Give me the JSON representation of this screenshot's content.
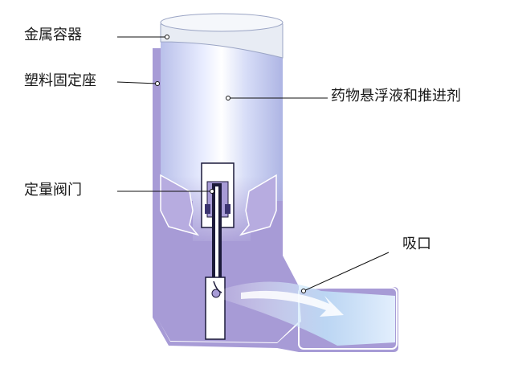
{
  "labels": {
    "metal_container": "金属容器",
    "plastic_holder": "塑料固定座",
    "drug_suspension": "药物悬浮液和推进剂",
    "metering_valve": "定量阀门",
    "mouthpiece": "吸口"
  },
  "colors": {
    "body_purple": "#a79bd6",
    "canister_blue": "#c9d2f2",
    "canister_highlight": "#f4f6ff",
    "leader_line": "#111111",
    "valve_dark": "#1c1a3a",
    "spray_blue": "#bfe0f8"
  }
}
